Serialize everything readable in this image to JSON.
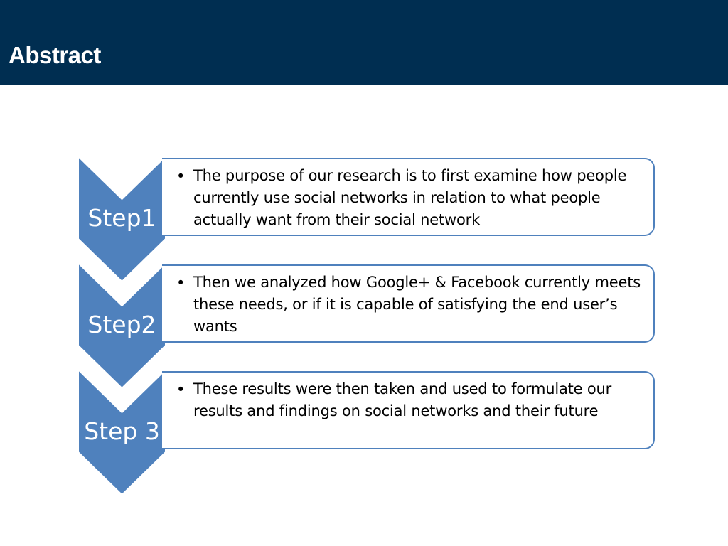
{
  "header": {
    "title": "Abstract",
    "background_color": "#002e51"
  },
  "accent_color": "#4f81bd",
  "steps": [
    {
      "label": "Step1",
      "text": "The purpose of our research is to first examine how people currently use social networks in relation to what people actually want from their social network"
    },
    {
      "label": "Step2",
      "text": "Then we analyzed how Google+ & Facebook currently meets these needs, or if it is capable of satisfying the end user’s wants"
    },
    {
      "label": "Step 3",
      "text": "These results were then taken and used to formulate our results and findings on social networks and their future"
    }
  ]
}
